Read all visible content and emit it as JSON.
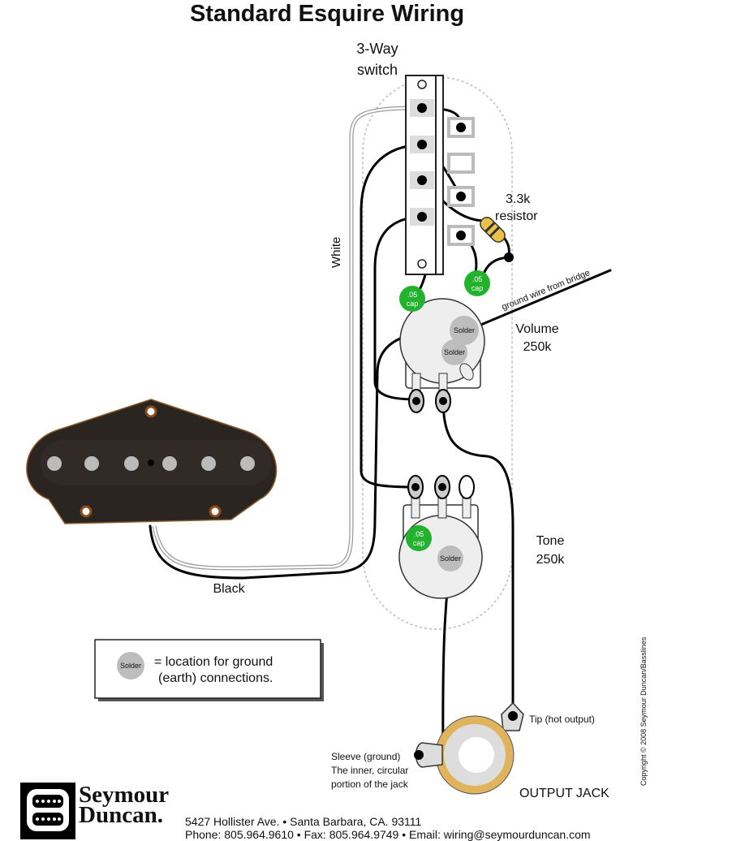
{
  "title": "Standard Esquire Wiring",
  "switch": {
    "label_line1": "3-Way",
    "label_line2": "switch"
  },
  "resistor": {
    "label_line1": "3.3k",
    "label_line2": "resistor",
    "color": "#e8c24a"
  },
  "cap": {
    "label_line1": ".05",
    "label_line2": "cap",
    "color": "#22b22e"
  },
  "solder_label": "Solder",
  "ground_wire_label": "ground wire from bridge",
  "volume": {
    "label_line1": "Volume",
    "label_line2": "250k"
  },
  "tone": {
    "label_line1": "Tone",
    "label_line2": "250k"
  },
  "wire_labels": {
    "white": "White",
    "black": "Black"
  },
  "legend": {
    "line1": "= location for ground",
    "line2": "(earth) connections."
  },
  "jack": {
    "tip": "Tip (hot output)",
    "sleeve_line1": "Sleeve (ground)",
    "sleeve_line2": "The inner, circular",
    "sleeve_line3": "portion of the jack",
    "title": "OUTPUT JACK",
    "color": "#e0b45c"
  },
  "copyright": "Copyright © 2008 Seymour Duncan/Basslines",
  "footer": {
    "brand_line1": "Seymour",
    "brand_line2": "Duncan.",
    "address": "5427 Hollister Ave.  •  Santa Barbara, CA. 93111",
    "contact": "Phone: 805.964.9610  •  Fax: 805.964.9749  •  Email: wiring@seymourduncan.com"
  }
}
